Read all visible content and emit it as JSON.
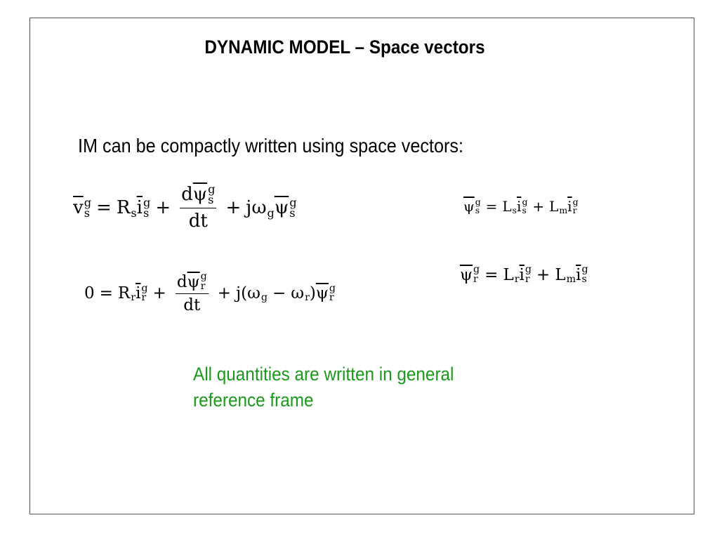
{
  "title": "DYNAMIC MODEL –  Space vectors",
  "intro": "IM can be compactly written using space vectors:",
  "note": "All quantities are written in general reference frame",
  "note_color": "#1a9a1a",
  "equations": {
    "g": "g",
    "s": "s",
    "r": "r",
    "m": "m",
    "v": "v",
    "i": "i",
    "psi": "ψ",
    "omega": "ω",
    "Rs": "R",
    "L": "L",
    "zero": "0",
    "eq_sign": "=",
    "plus": "+",
    "minus": "−",
    "d": "d",
    "dt": "dt",
    "j": "j",
    "j_paren": "j(",
    "close_paren": ")"
  }
}
